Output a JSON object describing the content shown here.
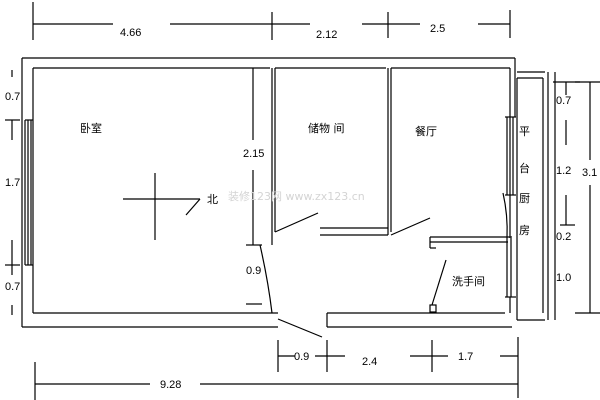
{
  "rooms": {
    "bedroom": "卧室",
    "storage": "储物 间",
    "dining": "餐厅",
    "platform_1": "平",
    "platform_2": "台",
    "kitchen_1": "厨",
    "kitchen_2": "房",
    "washroom": "洗手间",
    "north": "北"
  },
  "watermark": "装修123网 www.zx123.cn",
  "dimensions": {
    "top": [
      "4.66",
      "2.12",
      "2.5"
    ],
    "left": [
      "0.7",
      "1.7",
      "0.7"
    ],
    "inner": [
      "2.15",
      "0.9"
    ],
    "right": [
      "0.7",
      "1.2",
      "3.1",
      "0.2",
      "1.0"
    ],
    "bottom": [
      "0.9",
      "2.4",
      "1.7"
    ],
    "total": "9.28"
  }
}
